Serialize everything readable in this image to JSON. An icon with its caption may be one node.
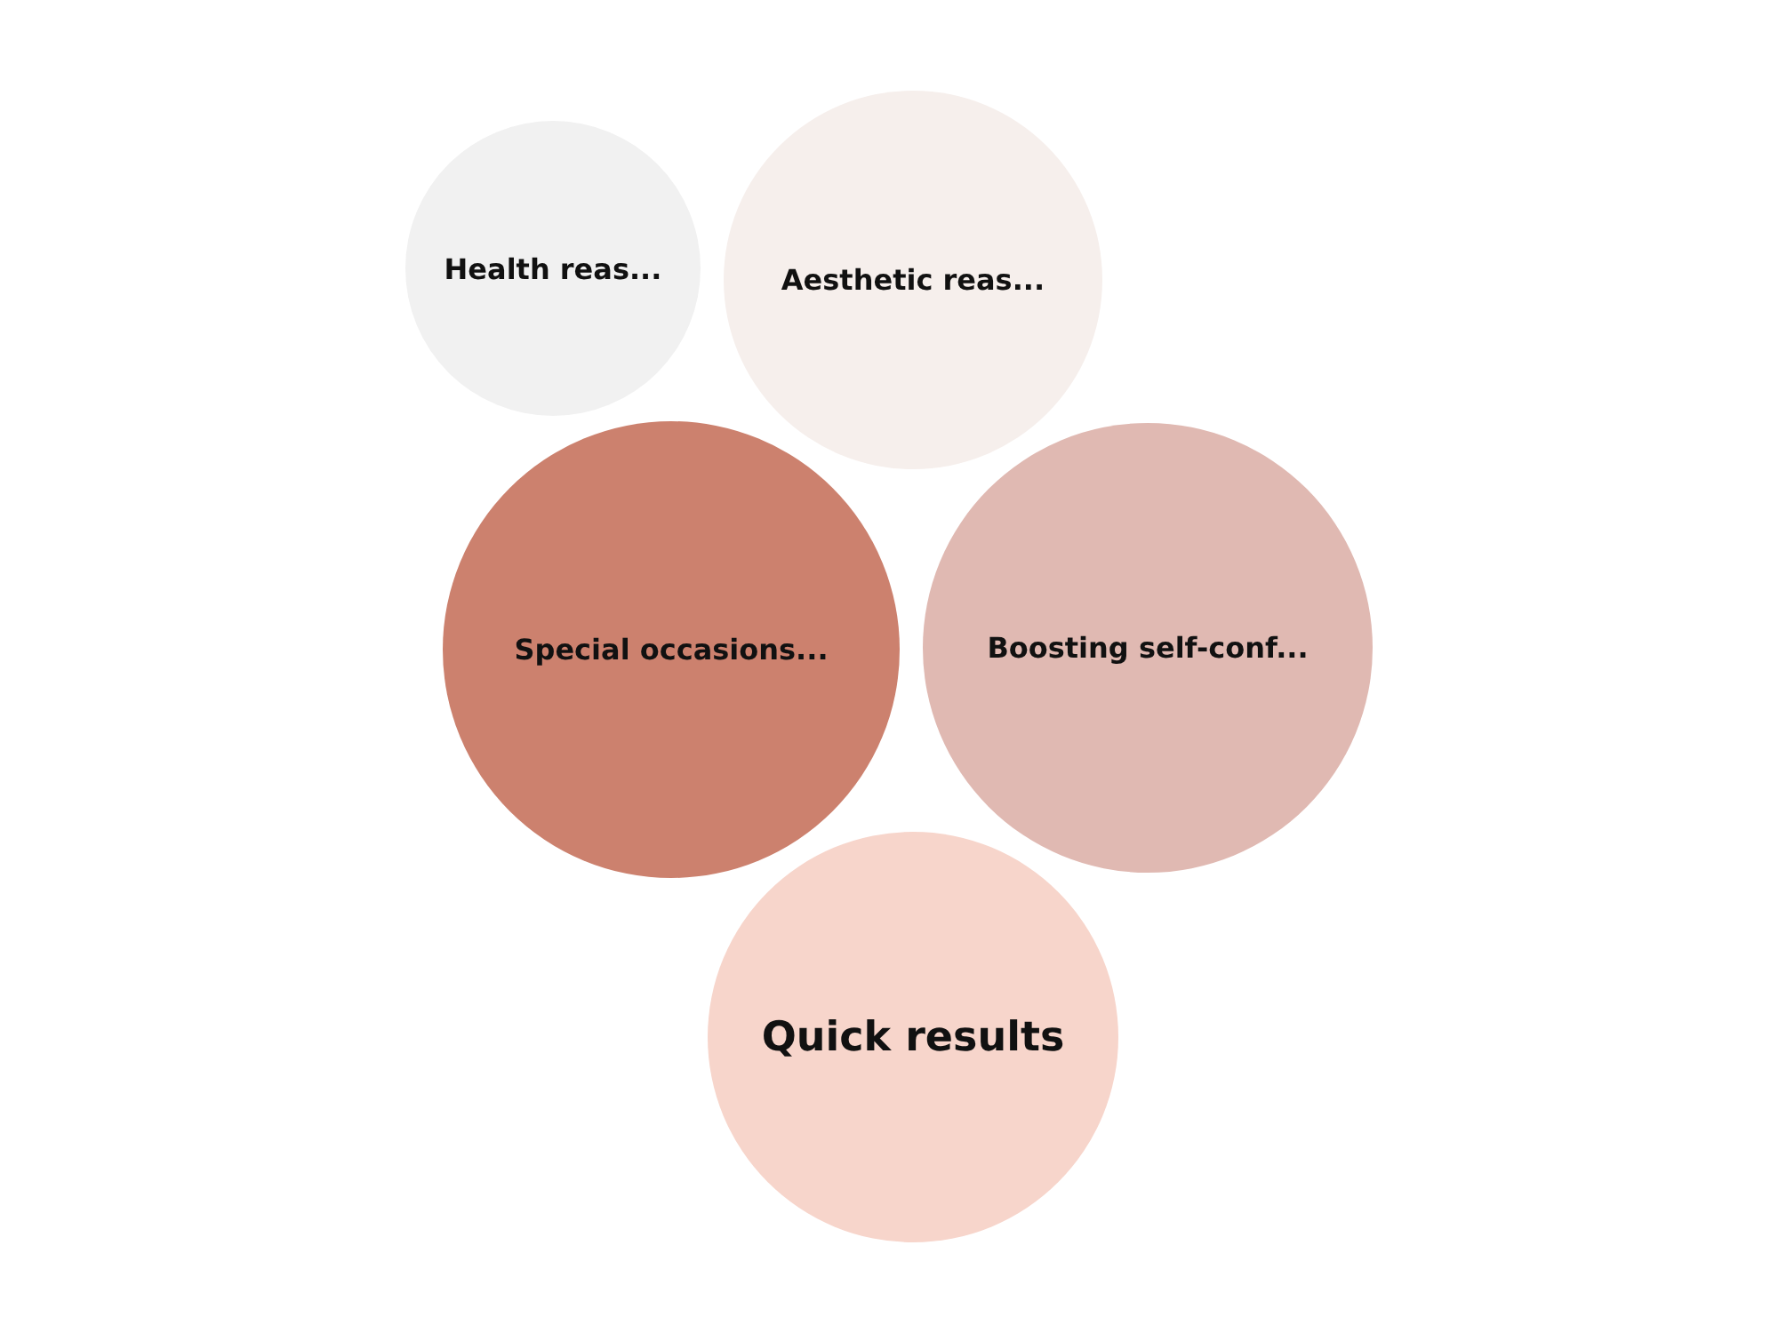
{
  "diagram": {
    "nodes": [
      {
        "text": [
          "Health reas..."
        ]
      },
      {
        "text": [
          "Aesthetic reas..."
        ]
      },
      {
        "text": [
          "Special occasions..."
        ]
      },
      {
        "text": [
          "Boosting self-conf..."
        ]
      },
      {
        "text": [
          "Quick results"
        ]
      }
    ]
  }
}
